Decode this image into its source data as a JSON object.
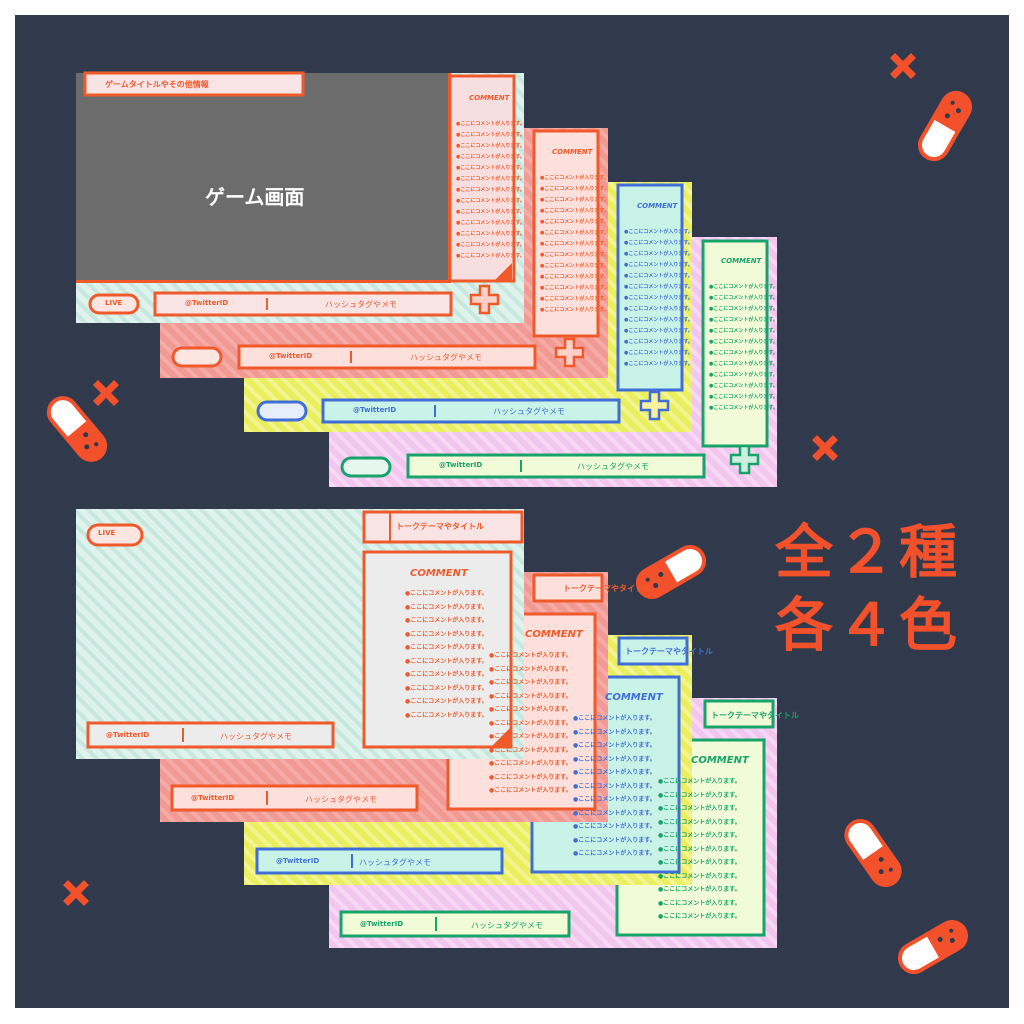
{
  "headline": {
    "line1": "全２種",
    "line2": "各４色"
  },
  "set_a": {
    "title_bar": "ゲームタイトルやその他情報",
    "game_area": "ゲーム画面",
    "comment_header": "COMMENT",
    "comment_line": "●ここにコメントが入ります。",
    "live_badge": "LIVE",
    "twitter": "@TwitterID",
    "memo": "ハッシュタグやメモ"
  },
  "set_b": {
    "topic_bar": "トークテーマやタイトル",
    "comment_header": "COMMENT",
    "comment_line": "●ここにコメントが入ります。",
    "live_badge": "LIVE",
    "twitter": "@TwitterID",
    "memo": "ハッシュタグやメモ"
  },
  "colorways": [
    {
      "name": "mint",
      "bg": "#d6f0e8",
      "stripe": "#c3e6dc",
      "accent": "#f05a2b",
      "panel": "#f7dfe0"
    },
    {
      "name": "salmon",
      "bg": "#f29a95",
      "stripe": "#f6b0ab",
      "accent": "#f05a2b",
      "panel": "#fde0dc"
    },
    {
      "name": "yellow",
      "bg": "#eef06a",
      "stripe": "#f5f69b",
      "accent": "#3f6fd6",
      "panel": "#c8f3e6"
    },
    {
      "name": "lilac",
      "bg": "#f4c8f0",
      "stripe": "#f8dbf5",
      "accent": "#17a36a",
      "panel": "#f1fbd8"
    }
  ]
}
